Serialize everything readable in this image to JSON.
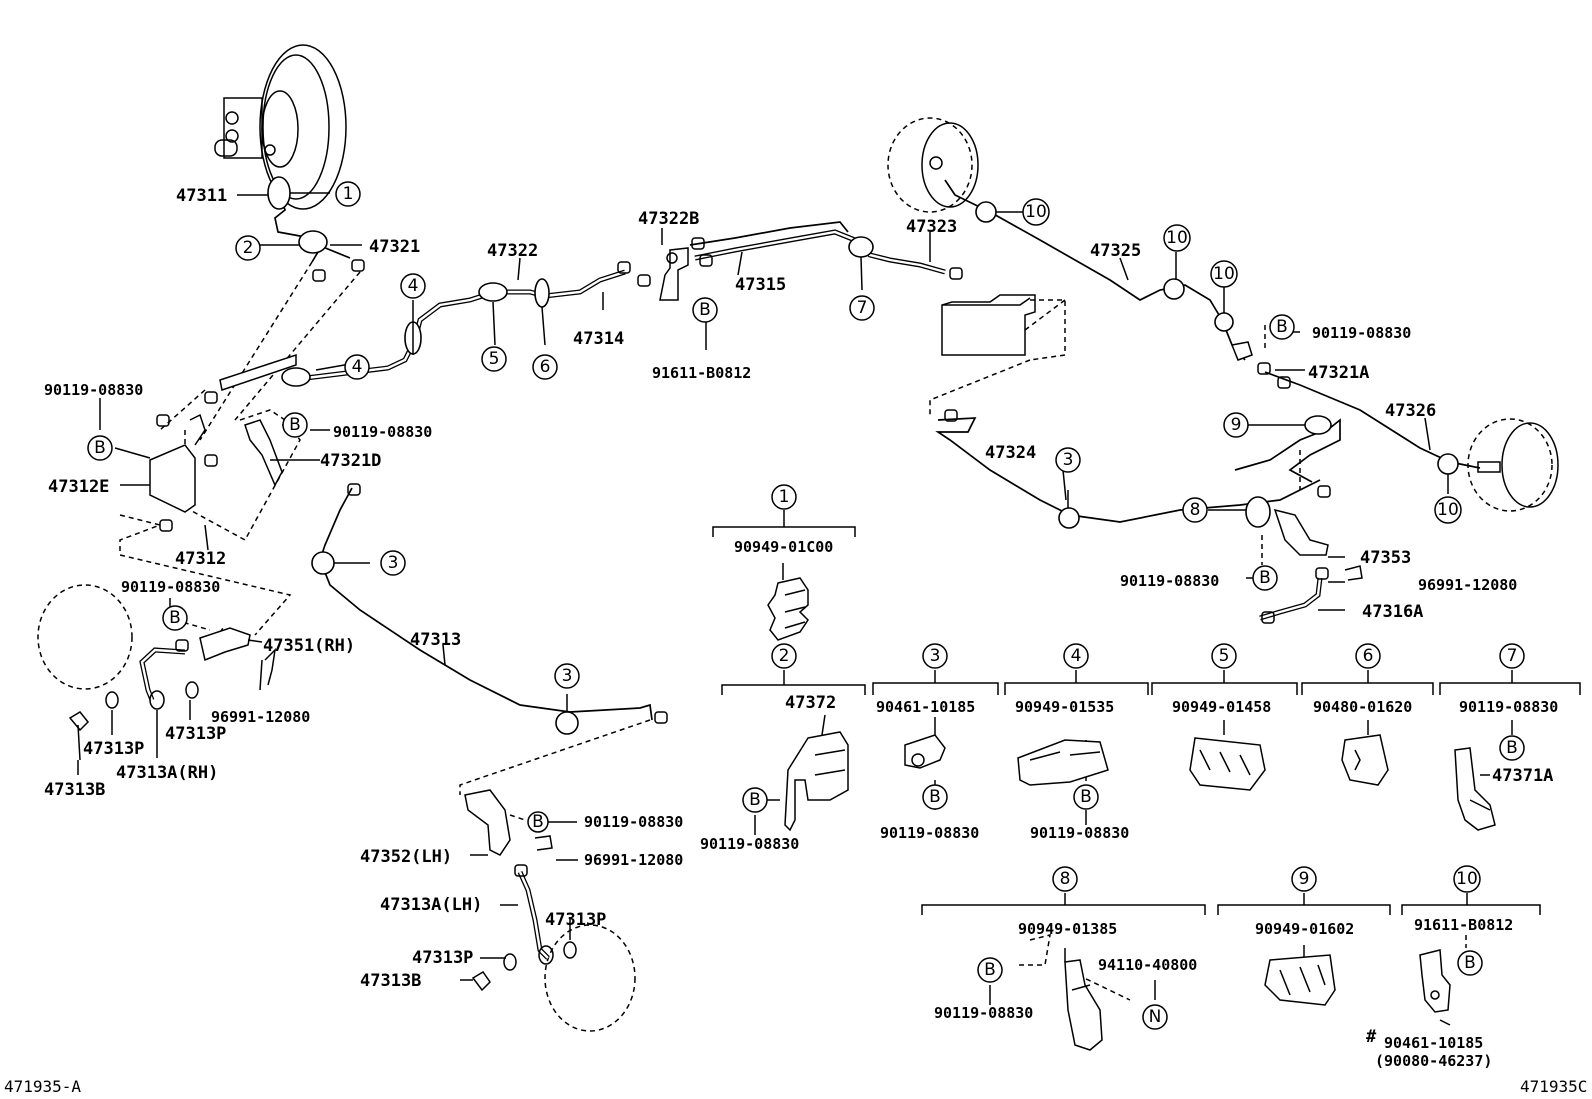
{
  "labels": {
    "p47311": "47311",
    "p47321": "47321",
    "p47322": "47322",
    "p47322b": "47322B",
    "p47315": "47315",
    "p47323": "47323",
    "p47325": "47325",
    "p47314": "47314",
    "p91611_b0812_top": "91611-B0812",
    "p90119_08830_right_b": "90119-08830",
    "p47321a": "47321A",
    "p47326": "47326",
    "p90119_08830_left": "90119-08830",
    "p90119_08830_center": "90119-08830",
    "p47321d": "47321D",
    "p47312e": "47312E",
    "p47312": "47312",
    "p90119_08830_lower_left": "90119-08830",
    "p47351": "47351(RH)",
    "p96991_12080_rh": "96991-12080",
    "p47313p_rh_a": "47313P",
    "p47313p_rh_b": "47313P",
    "p47313a_rh": "47313A(RH)",
    "p47313b_rh": "47313B",
    "p47313": "47313",
    "p47324": "47324",
    "p47353": "47353",
    "p90119_08830_47353": "90119-08830",
    "p96991_12080_47353": "96991-12080",
    "p47316a": "47316A",
    "p90119_08830_lh": "90119-08830",
    "p47352": "47352(LH)",
    "p96991_12080_lh": "96991-12080",
    "p47313a_lh": "47313A(LH)",
    "p47313p_lh_a": "47313P",
    "p47313p_lh_b": "47313P",
    "p47313b_lh": "47313B",
    "d1_part": "90949-01C00",
    "d2_part": "47372",
    "d2_bolt": "90119-08830",
    "d3_part": "90461-10185",
    "d3_bolt": "90119-08830",
    "d4_part": "90949-01535",
    "d4_bolt": "90119-08830",
    "d5_part": "90949-01458",
    "d6_part": "90480-01620",
    "d7_part": "90119-08830",
    "d7_bracket": "47371A",
    "d8_part": "90949-01385",
    "d8_nut": "94110-40800",
    "d8_bolt": "90119-08830",
    "d9_part": "90949-01602",
    "d10_part": "91611-B0812",
    "d10_hash": "#",
    "d10_sub": "90461-10185",
    "d10_alt": "(90080-46237)",
    "code_left": "471935-A",
    "code_right": "471935C"
  },
  "refs": {
    "r1": "①",
    "r2": "②",
    "r3": "③",
    "r4": "④",
    "r5": "⑤",
    "r6": "⑥",
    "r7": "⑦",
    "r8": "⑧",
    "r9": "⑨",
    "r10": "⑩",
    "rB": "Ⓑ",
    "rN": "Ⓝ"
  }
}
